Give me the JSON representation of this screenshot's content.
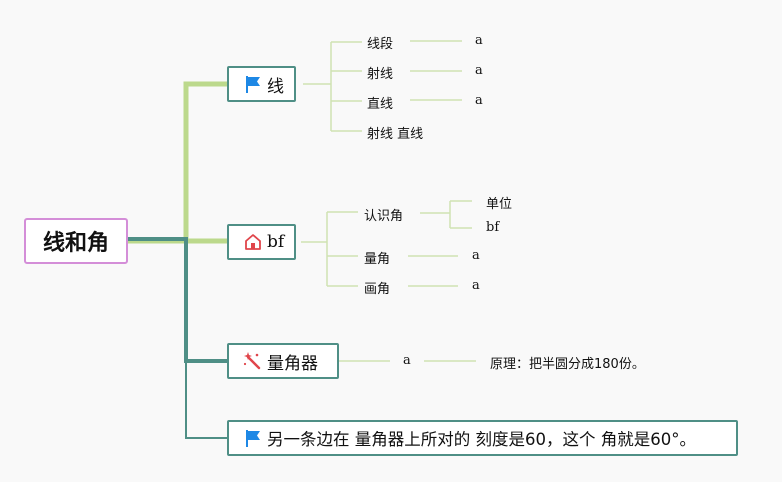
{
  "root": {
    "label": "线和角"
  },
  "branches": {
    "line": {
      "label": "线",
      "icon": "blue-flag-icon",
      "children": [
        {
          "label": "线段",
          "note": "a"
        },
        {
          "label": "射线",
          "note": "a"
        },
        {
          "label": "直线",
          "note": "a"
        },
        {
          "label": "射线 直线"
        }
      ]
    },
    "bf": {
      "label": "bf",
      "icon": "red-house-icon",
      "children": [
        {
          "label": "认识角",
          "children": [
            "单位",
            "bf"
          ]
        },
        {
          "label": "量角",
          "note": "a"
        },
        {
          "label": "画角",
          "note": "a"
        }
      ]
    },
    "protractor": {
      "label": "量角器",
      "icon": "magic-wand-icon",
      "child": {
        "label": "a",
        "note": "原理：把半圆分成180份。"
      }
    },
    "statement": {
      "label": "另一条边在 量角器上所对的 刻度是60，这个 角就是60°。",
      "icon": "blue-flag-icon"
    }
  },
  "colors": {
    "root_border": "#d48ed8",
    "node_border": "#4f8f86",
    "light_green_link": "#bcd98c",
    "teal_link": "#4f8f86",
    "thin_link": "#cfe3b3",
    "flag_blue": "#1e88e5",
    "house_red": "#e0454b"
  }
}
